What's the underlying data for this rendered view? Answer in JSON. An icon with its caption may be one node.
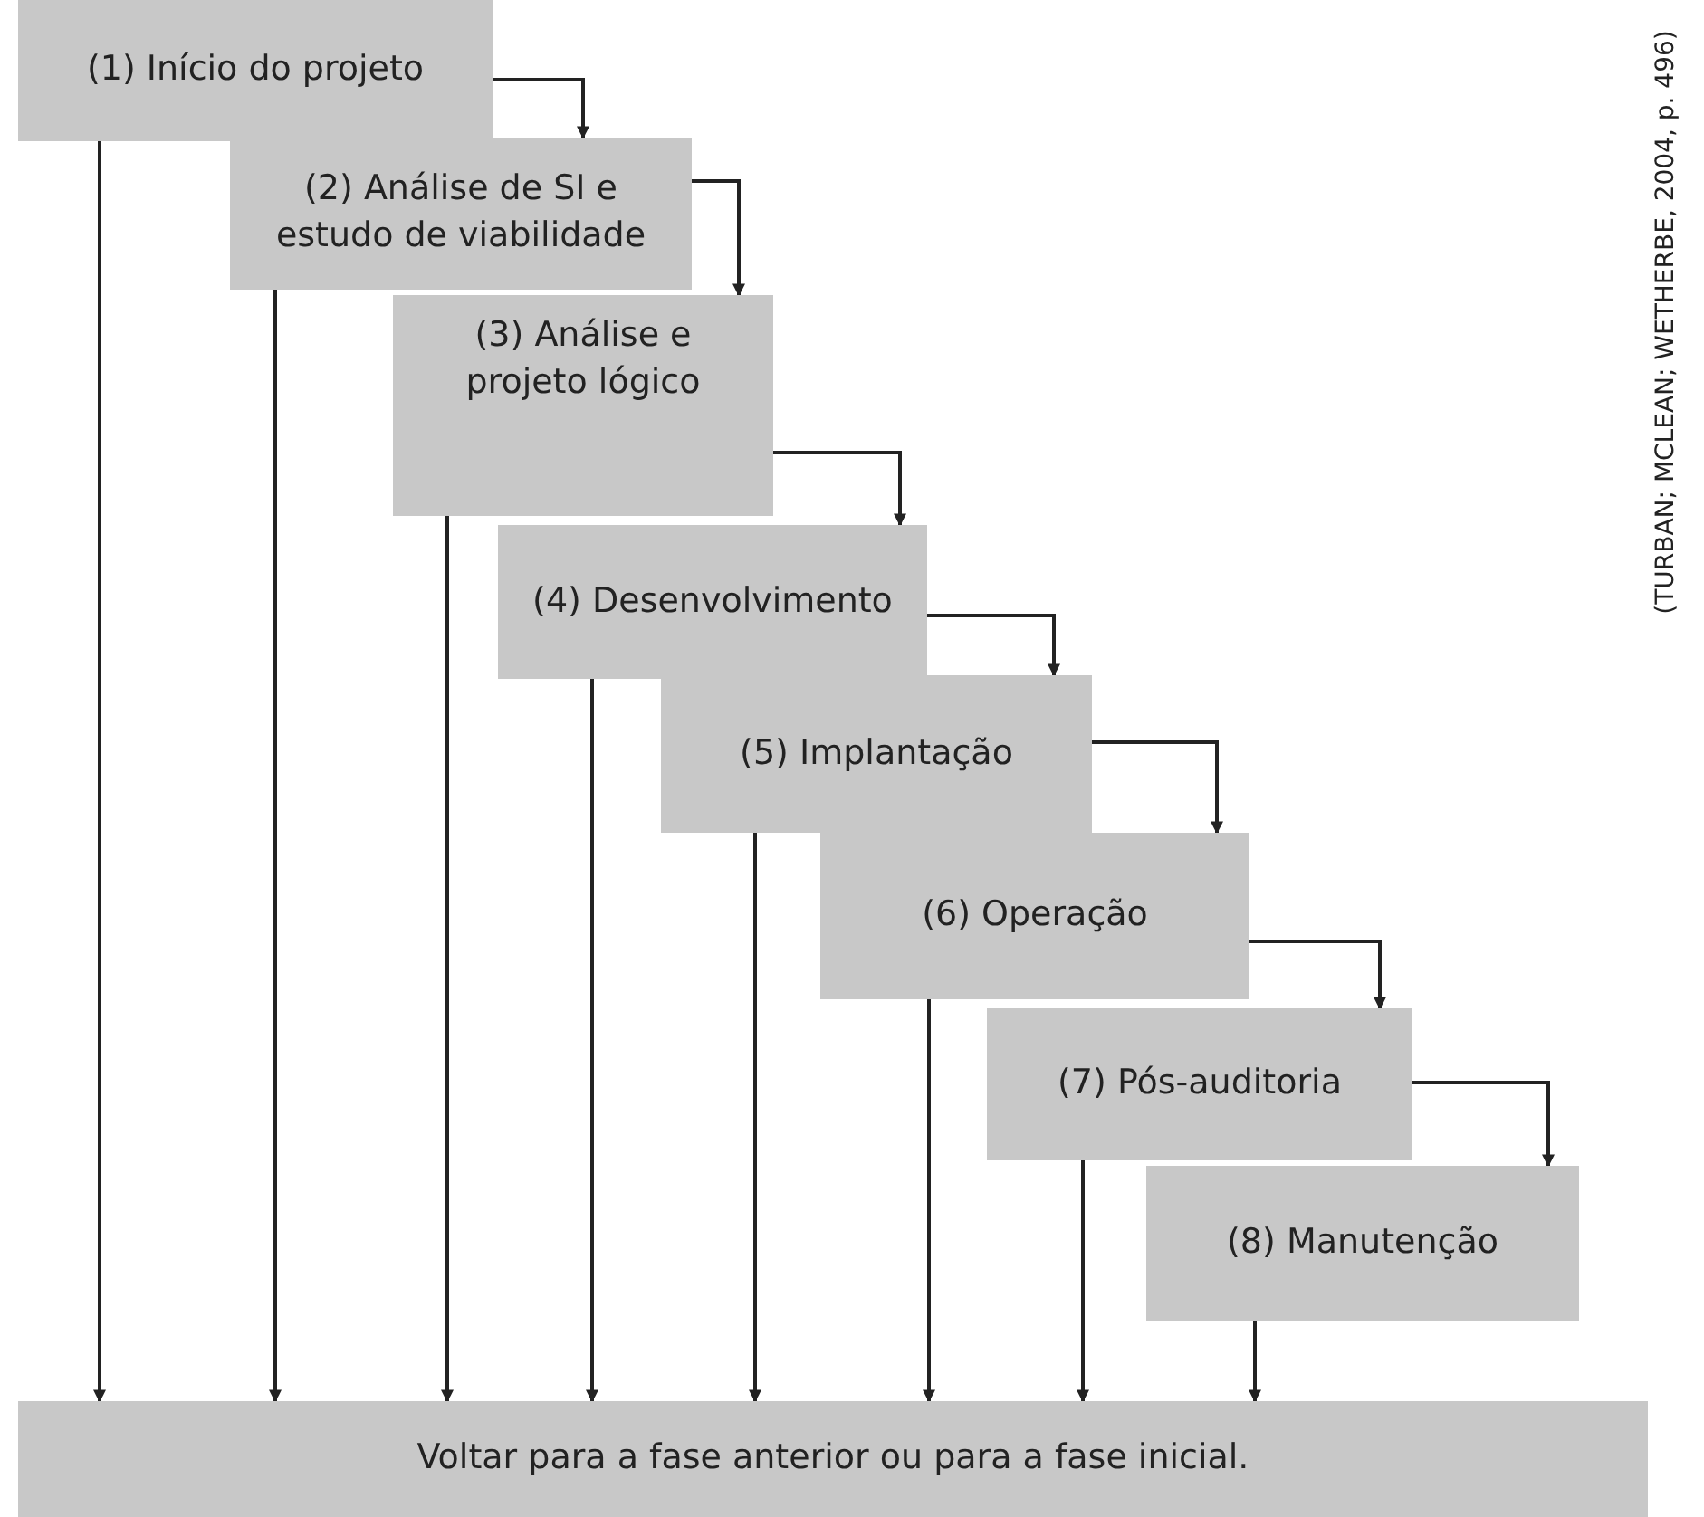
{
  "diagram": {
    "nodes": [
      {
        "text": [
          "(1) Início do projeto"
        ]
      },
      {
        "text": [
          "(2) Análise de SI e estudo de viabilidade"
        ]
      },
      {
        "text": [
          "(3) Análise e projeto lógico"
        ]
      },
      {
        "text": [
          "(4) Desenvolvimento"
        ]
      },
      {
        "text": [
          "(5) Implantação"
        ]
      },
      {
        "text": [
          "(6) Operação"
        ]
      },
      {
        "text": [
          "(7) Pós-auditoria"
        ]
      },
      {
        "text": [
          "(8) Manutenção"
        ]
      },
      {
        "text": [
          "Voltar para a fase anterior ou para a fase inicial."
        ]
      }
    ],
    "edges": [
      {
        "from": 0,
        "to": 1,
        "arrow": "to"
      },
      {
        "from": 1,
        "to": 2,
        "arrow": "to"
      },
      {
        "from": 2,
        "to": 3,
        "arrow": "to"
      },
      {
        "from": 3,
        "to": 4,
        "arrow": "to"
      },
      {
        "from": 4,
        "to": 5,
        "arrow": "to"
      },
      {
        "from": 5,
        "to": 6,
        "arrow": "to"
      },
      {
        "from": 6,
        "to": 7,
        "arrow": "to"
      },
      {
        "from": 0,
        "to": 8,
        "arrow": "to"
      },
      {
        "from": 1,
        "to": 8,
        "arrow": "to"
      },
      {
        "from": 2,
        "to": 8,
        "arrow": "to"
      },
      {
        "from": 3,
        "to": 8,
        "arrow": "to"
      },
      {
        "from": 4,
        "to": 8,
        "arrow": "to"
      },
      {
        "from": 5,
        "to": 8,
        "arrow": "to"
      },
      {
        "from": 6,
        "to": 8,
        "arrow": "to"
      },
      {
        "from": 7,
        "to": 8,
        "arrow": "to"
      }
    ],
    "labels": [
      "(TURBAN; MCLEAN; WETHERBE, 2004, p. 496)"
    ]
  }
}
